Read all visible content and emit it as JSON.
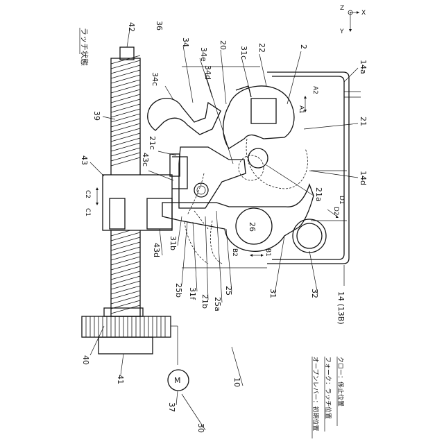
{
  "title": "ラッチ状態",
  "axes": {
    "z": "Z",
    "y": "Y",
    "x": "X"
  },
  "labels": {
    "n42": "42",
    "n36": "36",
    "n34": "34",
    "n34e": "34e",
    "n20": "20",
    "n31c": "31c",
    "n22": "22",
    "n2": "2",
    "n14a": "14a",
    "n39": "39",
    "n34c": "34c",
    "n34d": "34d",
    "nA1": "A1",
    "nA2": "A2",
    "n21": "21",
    "n21c": "21c",
    "n43c": "43c",
    "n43": "43",
    "nC1": "C1",
    "nC2": "C2",
    "n14d": "14d",
    "n21a": "21a",
    "nD1": "D1",
    "nD2": "D2",
    "n26": "26",
    "n43d": "43d",
    "n31b": "31b",
    "nB2": "B2",
    "nB1": "B1",
    "n25b": "25b",
    "n31f": "31f",
    "n21b": "21b",
    "n25a": "25a",
    "n25": "25",
    "n31": "31",
    "n32": "32",
    "n14": "14 (13B)",
    "n40": "40",
    "n41": "41",
    "n10": "10",
    "n37": "37",
    "motor": "M",
    "n30": "30"
  },
  "legend": [
    "オープンレバー：初期位置",
    "フォーク：ラッチ位置",
    "クロー：係止位置"
  ]
}
